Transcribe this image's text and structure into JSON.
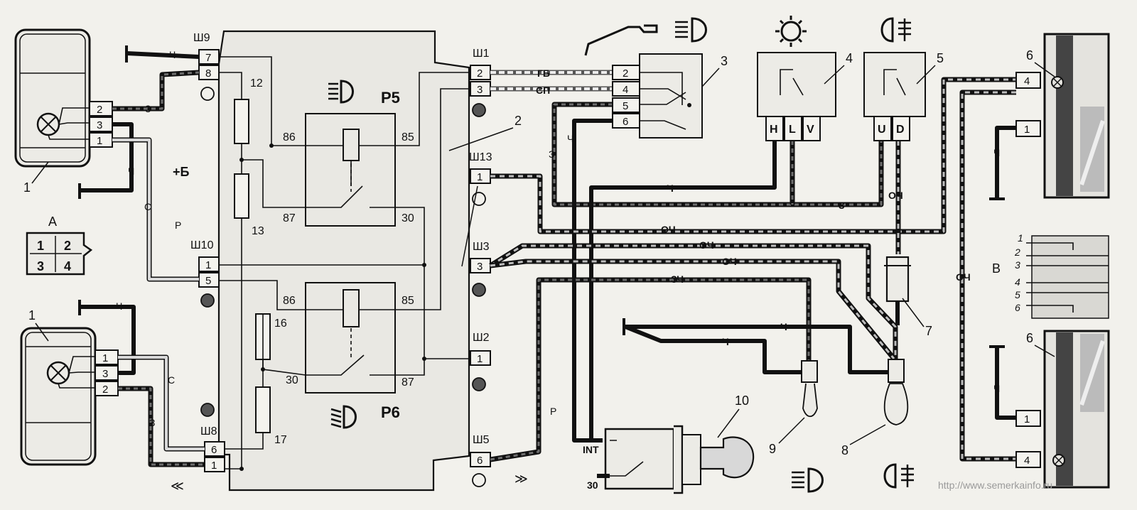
{
  "watermark": "http://www.semerkainfo.ru",
  "connectors": {
    "sh9": "Ш9",
    "sh1": "Ш1",
    "sh13": "Ш13",
    "sh10": "Ш10",
    "sh3": "Ш3",
    "sh2": "Ш2",
    "sh8": "Ш8",
    "sh5": "Ш5"
  },
  "relays": {
    "p5": "Р5",
    "p6": "Р6"
  },
  "relay_pins": {
    "p86": "86",
    "p85": "85",
    "p87": "87",
    "p30": "30"
  },
  "fuses": {
    "f12": "12",
    "f13": "13",
    "f16": "16",
    "f17": "17"
  },
  "callouts": {
    "c1": "1",
    "c2": "2",
    "c3": "3",
    "c4": "4",
    "c5": "5",
    "c6": "6",
    "c7": "7",
    "c8": "8",
    "c9": "9",
    "c10": "10"
  },
  "wire_codes": {
    "ch": "Ч",
    "z": "З",
    "s": "С",
    "r": "Р",
    "gb": "ГБ",
    "sp": "СП",
    "och": "ОЧ",
    "zch": "ЗЧ"
  },
  "switch_letters": {
    "h": "H",
    "l": "L",
    "v": "V",
    "u": "U",
    "d": "D"
  },
  "switch_ignition": {
    "int": "INT",
    "t30": "30"
  },
  "labels": {
    "a": "А",
    "b": "В",
    "plus_b": "+Б"
  },
  "pins": {
    "n1": "1",
    "n2": "2",
    "n3": "3",
    "n4": "4",
    "n5": "5",
    "n6": "6",
    "n7": "7",
    "n8": "8"
  }
}
